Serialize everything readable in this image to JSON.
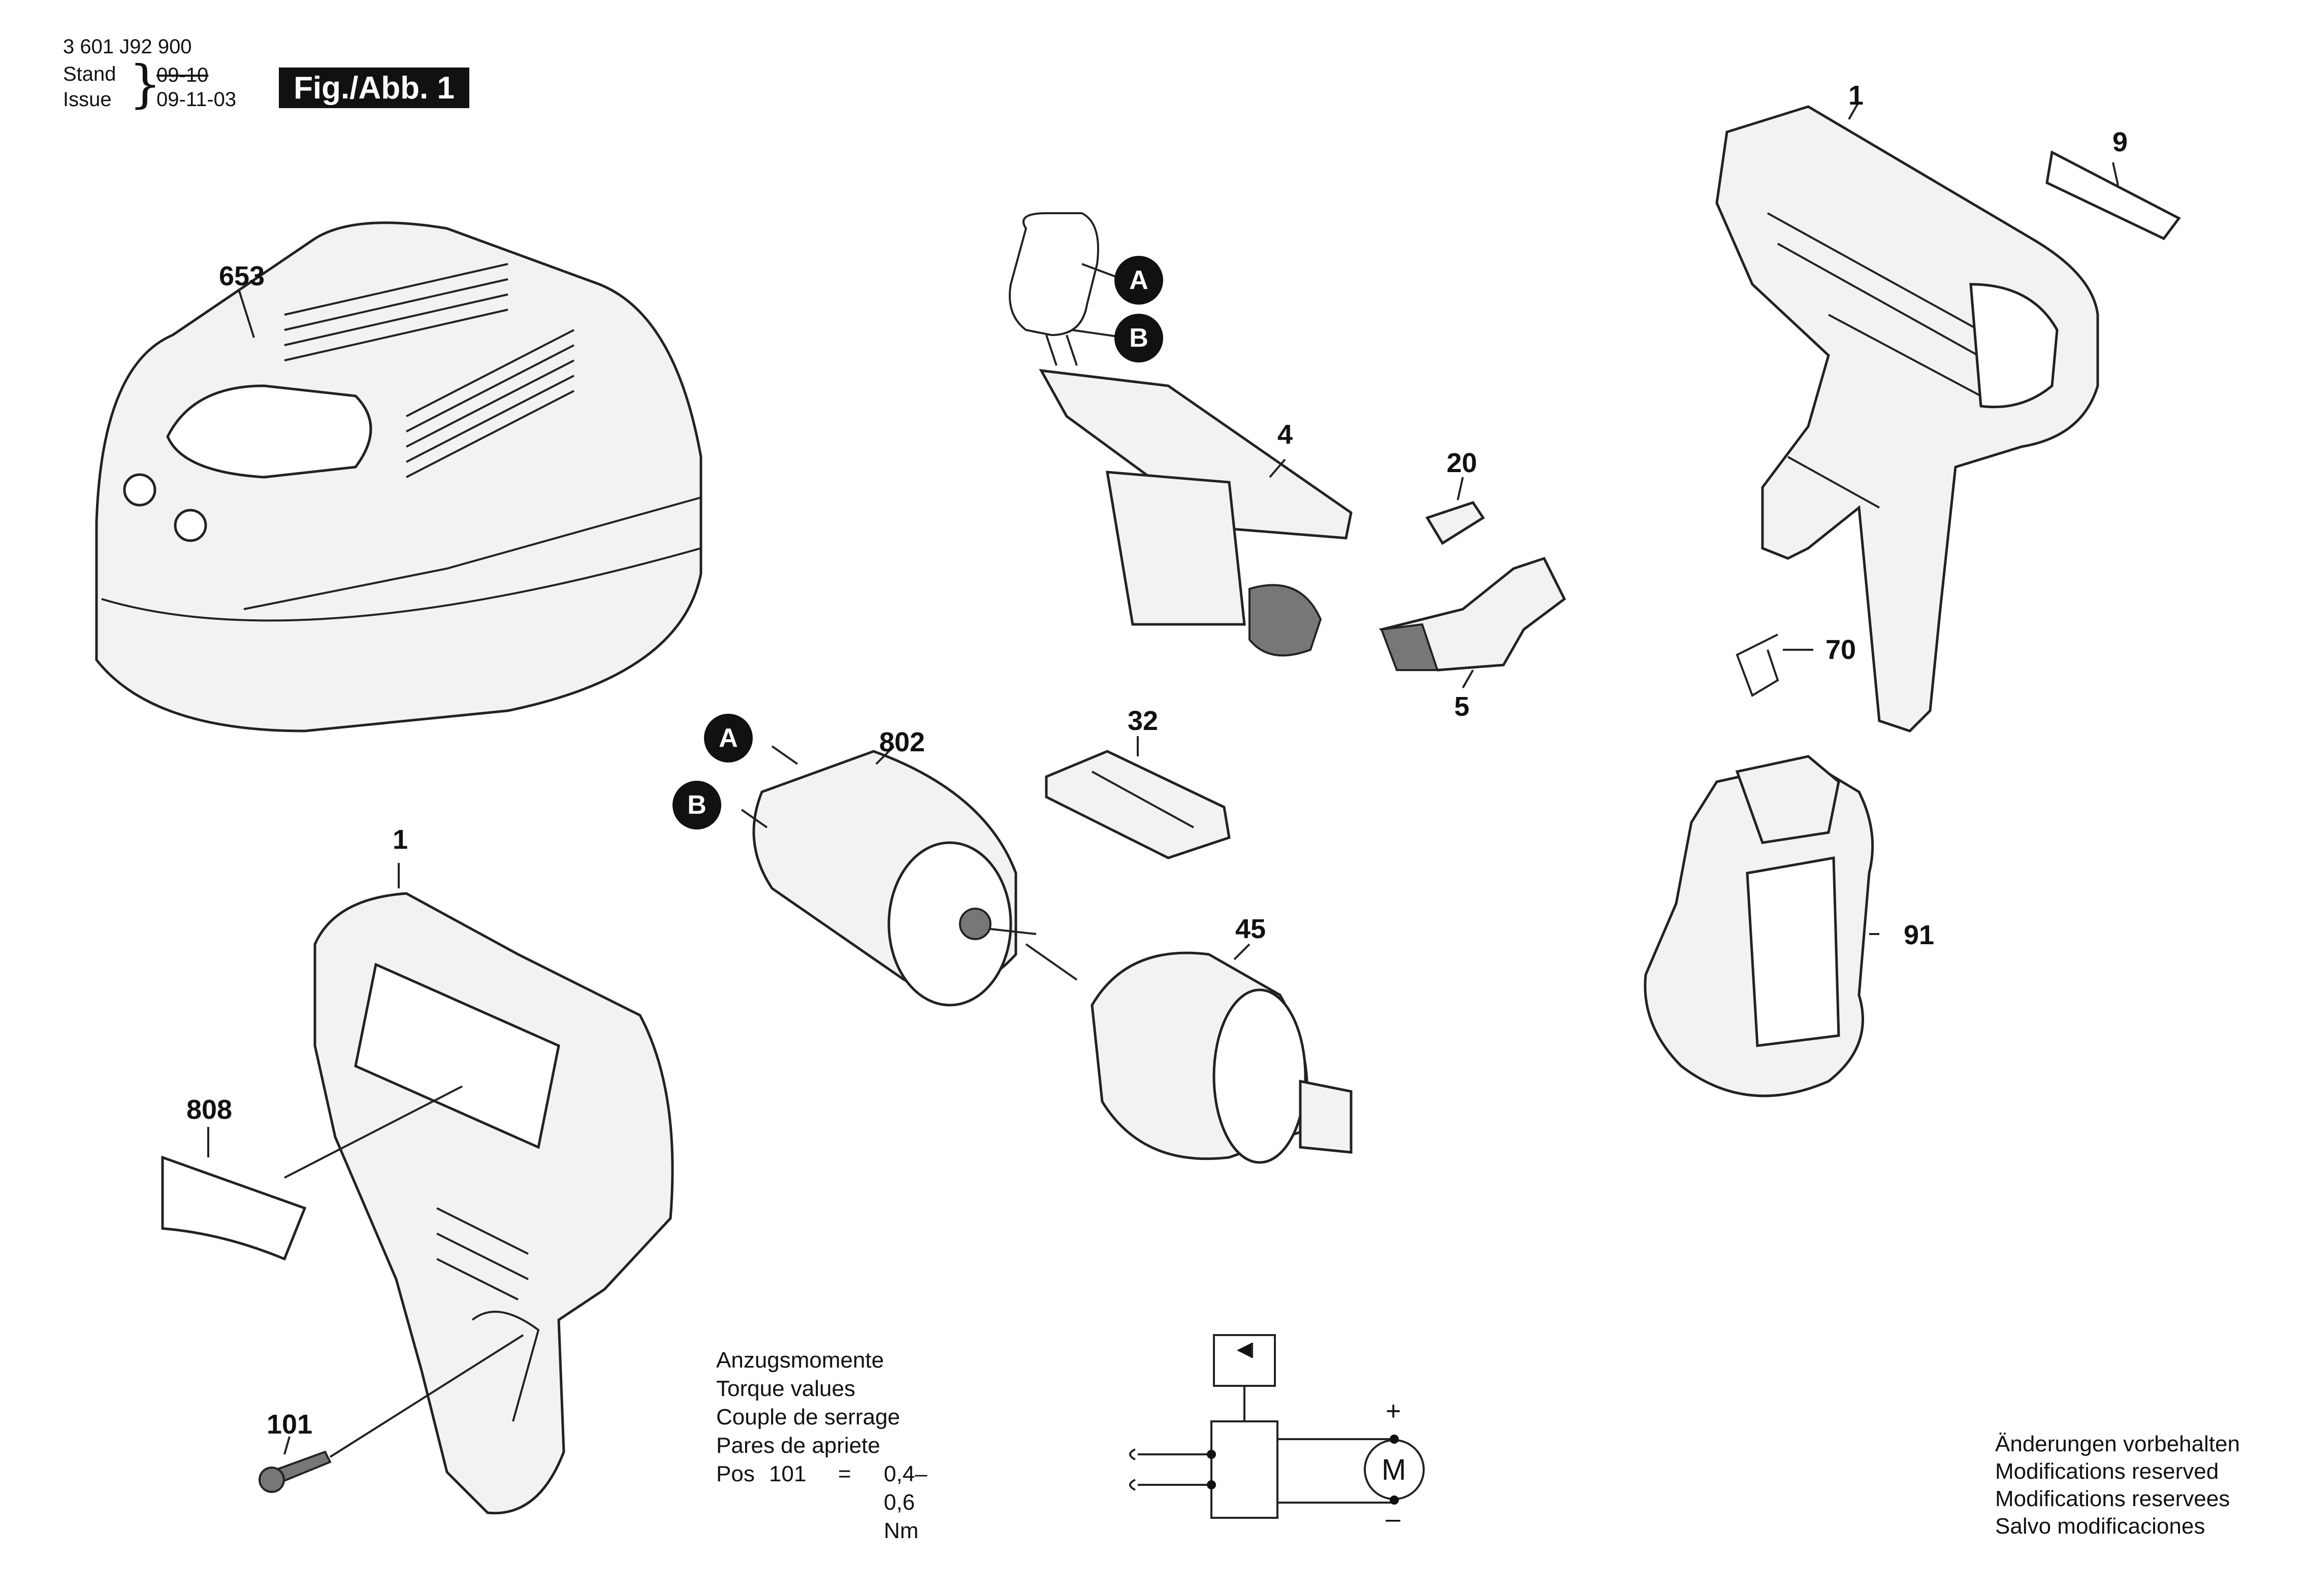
{
  "header": {
    "doc_number": "3 601 J92 900",
    "stand_label": "Stand",
    "stand_value": "09-10",
    "issue_label": "Issue",
    "issue_value": "09-11-03",
    "figure_label": "Fig./Abb. 1"
  },
  "parts": {
    "p653": "653",
    "p4": "4",
    "p20": "20",
    "p5": "5",
    "p1_top": "1",
    "p9": "9",
    "p70": "70",
    "p802": "802",
    "p32": "32",
    "p45": "45",
    "p1_left": "1",
    "p808": "808",
    "p101": "101",
    "p91": "91"
  },
  "markers": {
    "A": "A",
    "B": "B"
  },
  "torque": {
    "lines": [
      "Anzugsmomente",
      "Torque values",
      "Couple de serrage",
      "Pares de apriete"
    ],
    "pos_label": "Pos",
    "pos_value": "101",
    "equals": "=",
    "range": "0,4– 0,6 Nm"
  },
  "schematic": {
    "plus": "+",
    "minus": "–",
    "motor": "M"
  },
  "modifications": [
    "Änderungen vorbehalten",
    "Modifications reserved",
    "Modifications reservees",
    "Salvo modificaciones"
  ]
}
